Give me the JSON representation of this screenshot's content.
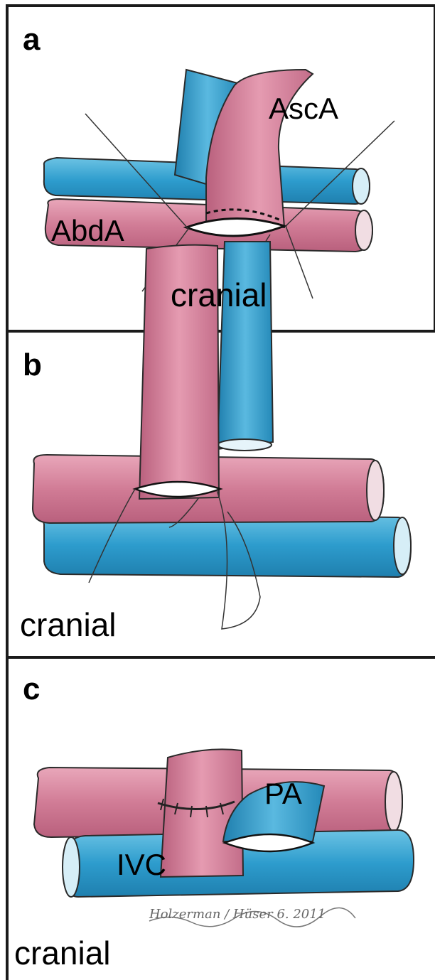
{
  "panels": [
    {
      "letter": "a",
      "labels": {
        "top": "AscA",
        "left": "AbdA",
        "bottom": "cranial"
      }
    },
    {
      "letter": "b",
      "labels": {
        "bottom": "cranial"
      }
    },
    {
      "letter": "c",
      "labels": {
        "upper": "PA",
        "lower": "IVC",
        "bottom": "cranial"
      }
    }
  ],
  "signature": "Holzerman / Hüser 6. 2011",
  "colors": {
    "artery": "#d9869e",
    "vein": "#2f9fcf",
    "outline": "#2a2a2a"
  }
}
